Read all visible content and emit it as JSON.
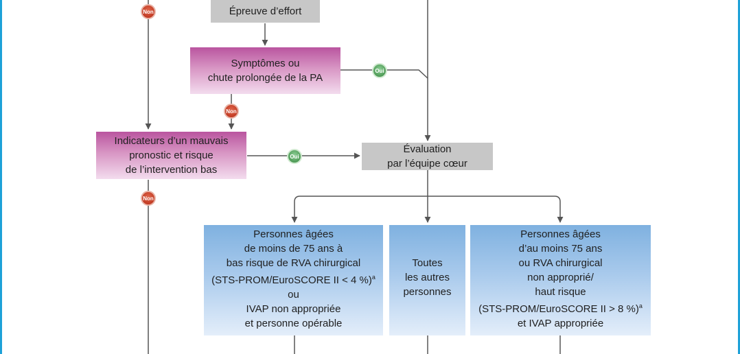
{
  "nodes": {
    "stress_test": "Épreuve d’effort",
    "symptoms": "Symptômes ou\nchute prolongée de la PA",
    "poor_prognosis": "Indicateurs d’un mauvais\npronostic et risque\nde l’intervention bas",
    "heart_team": "Évaluation\npar l’équipe cœur",
    "under75": {
      "before_sup": "Personnes âgées\nde moins de 75 ans à\nbas risque de RVA chirurgical\n(STS-PROM/EuroSCORE II < 4 %)",
      "sup": "a",
      "after_sup": "\nou\nIVAP non appropriée\net personne opérable"
    },
    "others": "Toutes\nles autres\npersonnes",
    "over75": {
      "before_sup": "Personnes âgées\nd’au moins 75 ans\nou RVA chirurgical\nnon approprié/\nhaut risque\n(STS-PROM/EuroSCORE II > 8 %)",
      "sup": "a",
      "after_sup": "\net IVAP appropriée"
    }
  },
  "badges": {
    "non": "Non",
    "oui": "Oui"
  },
  "colors": {
    "frame": "#1da1d8",
    "grey_box": "#c7c7c7",
    "pink_box": "#b9559f",
    "blue_box": "#7fb1e0",
    "non_badge": "#c23b24",
    "oui_badge": "#4f9b57",
    "connector": "#555555"
  }
}
